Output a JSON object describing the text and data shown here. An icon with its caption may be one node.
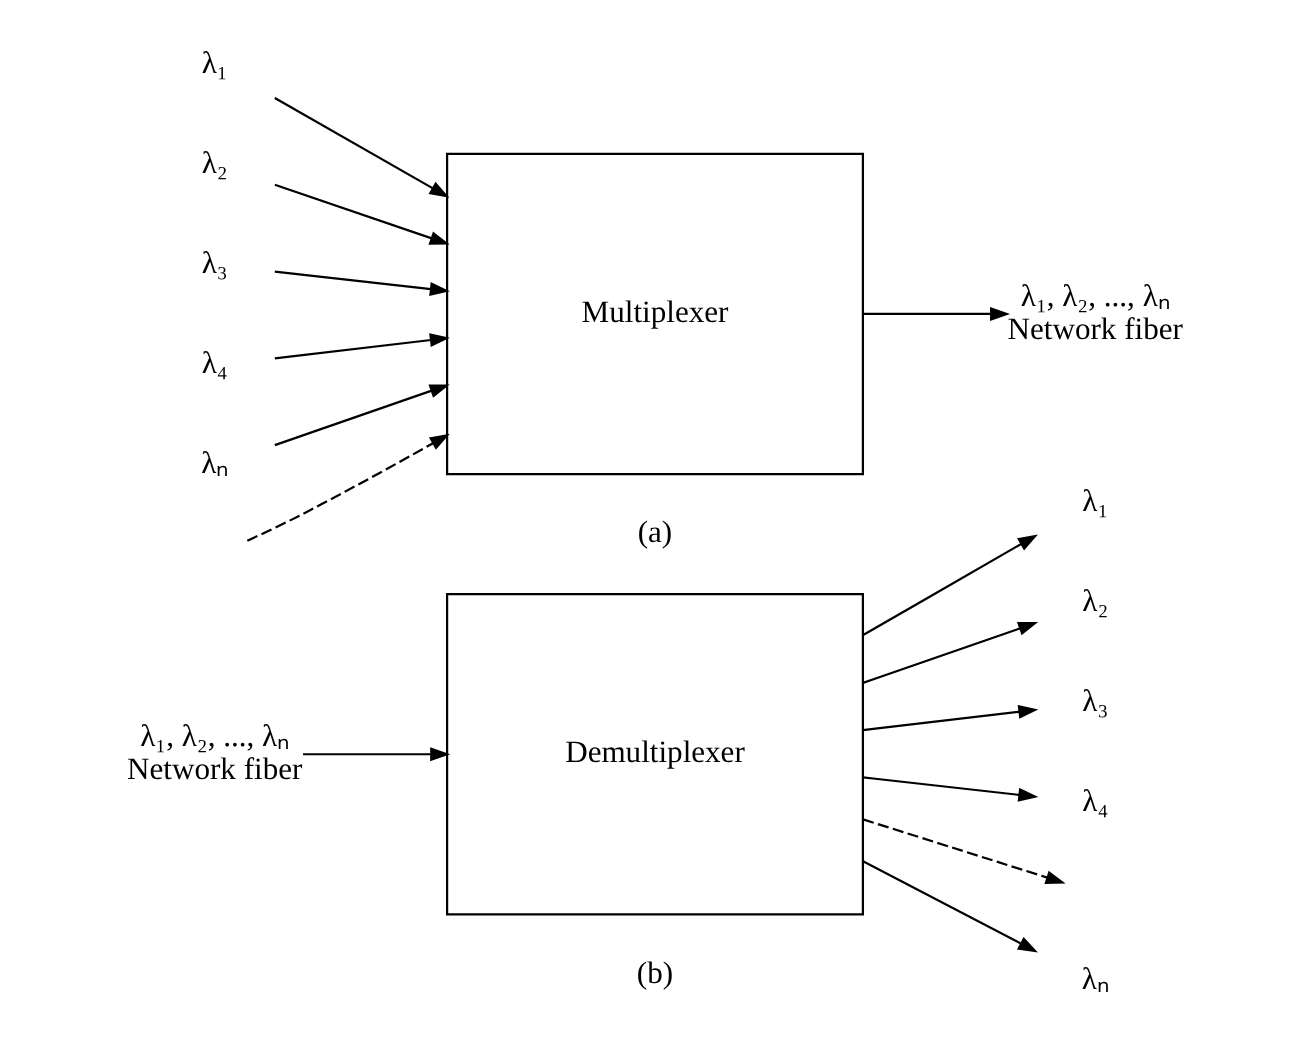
{
  "diagram": {
    "nodes": [
      {
        "text": [
          "Multiplexer"
        ]
      },
      {
        "text": [
          "λ₁"
        ]
      },
      {
        "text": [
          "λ₂"
        ]
      },
      {
        "text": [
          "λ₃"
        ]
      },
      {
        "text": [
          "λ₄"
        ]
      },
      {
        "text": [
          "λₙ"
        ]
      },
      {
        "text": [
          "λ₁, λ₂, ..., λₙ"
        ],
        "beside": [
          "Network fiber"
        ]
      },
      {
        "text": [
          "Demultiplexer"
        ]
      },
      {
        "text": [
          "λ₁, λ₂, ..., λₙ"
        ],
        "beside": [
          "Network fiber"
        ]
      },
      {
        "text": [
          "λ₁"
        ]
      },
      {
        "text": [
          "λ₂"
        ]
      },
      {
        "text": [
          "λ₃"
        ]
      },
      {
        "text": [
          "λ₄"
        ]
      },
      {
        "text": [
          "λₙ"
        ]
      }
    ],
    "edges": [
      {
        "from": 1,
        "to": 0,
        "arrow": "to"
      },
      {
        "from": 2,
        "to": 0,
        "arrow": "to"
      },
      {
        "from": 3,
        "to": 0,
        "arrow": "to"
      },
      {
        "from": 4,
        "to": 0,
        "arrow": "to"
      },
      {
        "from": null,
        "to": 0,
        "arrow": "to",
        "style": "dashed"
      },
      {
        "from": 5,
        "to": 0,
        "arrow": "to"
      },
      {
        "from": 0,
        "to": 6,
        "arrow": "to"
      },
      {
        "from": 8,
        "to": 7,
        "arrow": "to"
      },
      {
        "from": 7,
        "to": 9,
        "arrow": "to"
      },
      {
        "from": 7,
        "to": 10,
        "arrow": "to"
      },
      {
        "from": 7,
        "to": 11,
        "arrow": "to"
      },
      {
        "from": 7,
        "to": 12,
        "arrow": "to"
      },
      {
        "from": 7,
        "to": null,
        "arrow": "to",
        "style": "dashed"
      },
      {
        "from": 7,
        "to": 13,
        "arrow": "to"
      }
    ],
    "labels": [
      "(a)",
      "(b)"
    ]
  }
}
